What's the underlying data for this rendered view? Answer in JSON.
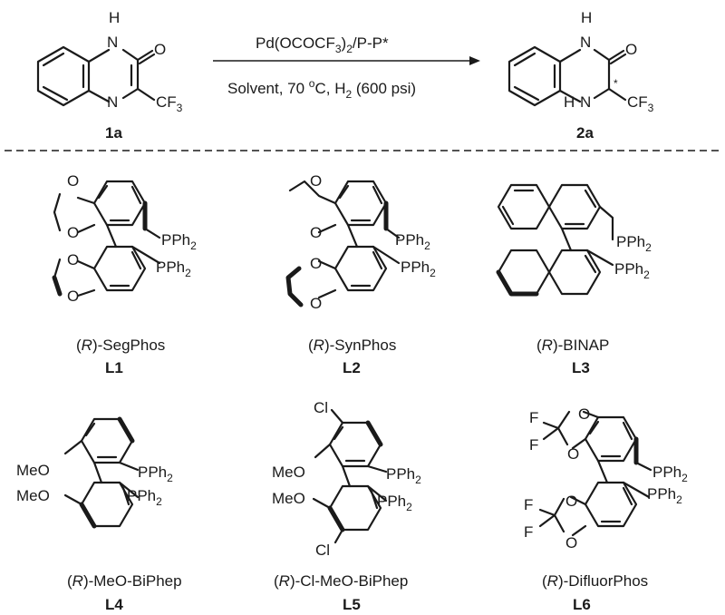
{
  "reaction": {
    "reactant": {
      "id": "1a",
      "atom_nh": "H",
      "atom_n_top": "N",
      "atom_o": "O",
      "atom_n_bottom": "N",
      "group_cf3": "CF",
      "group_cf3_sub": "3"
    },
    "conditions": {
      "catalyst_a": "Pd(OCOCF",
      "catalyst_sub": "3",
      "catalyst_b": ")",
      "catalyst_sub2": "2",
      "catalyst_c": "/P-P*",
      "line2_a": "Solvent, 70 ",
      "line2_deg": "o",
      "line2_b": "C, H",
      "line2_sub": "2",
      "line2_c": " (600 psi)"
    },
    "product": {
      "id": "2a",
      "atom_h_top": "H",
      "atom_n_top": "N",
      "atom_o": "O",
      "atom_n_bottom": "N",
      "atom_h_bottom": "H",
      "stereo_mark": "*",
      "group_cf3": "CF",
      "group_cf3_sub": "3"
    }
  },
  "ligands": [
    {
      "prefix": "(",
      "config": "R",
      "suffix": ")-SegPhos",
      "id": "L1"
    },
    {
      "prefix": "(",
      "config": "R",
      "suffix": ")-SynPhos",
      "id": "L2"
    },
    {
      "prefix": "(",
      "config": "R",
      "suffix": ")-BINAP",
      "id": "L3"
    },
    {
      "prefix": "(",
      "config": "R",
      "suffix": ")-MeO-BiPhep",
      "id": "L4"
    },
    {
      "prefix": "(",
      "config": "R",
      "suffix": ")-Cl-MeO-BiPhep",
      "id": "L5"
    },
    {
      "prefix": "(",
      "config": "R",
      "suffix": ")-DifluorPhos",
      "id": "L6"
    }
  ],
  "atoms": {
    "pph": "PPh",
    "pph_sub": "2",
    "oxygen": "O",
    "meo": "MeO",
    "chlorine": "Cl",
    "fluorine": "F"
  }
}
